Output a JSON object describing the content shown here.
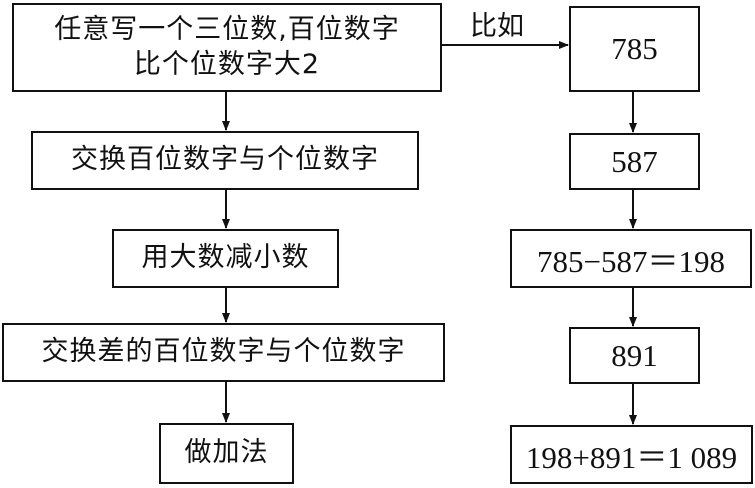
{
  "left_steps": [
    {
      "line1": "任意写一个三位数,百位数字",
      "line2": "比个位数字大2"
    },
    {
      "line1": "交换百位数字与个位数字"
    },
    {
      "line1": "用大数减小数"
    },
    {
      "line1": "交换差的百位数字与个位数字"
    },
    {
      "line1": "做加法"
    }
  ],
  "connector_label": "比如",
  "right_steps": [
    "785",
    "587",
    "785−587＝198",
    "891",
    "198+891＝1 089"
  ]
}
